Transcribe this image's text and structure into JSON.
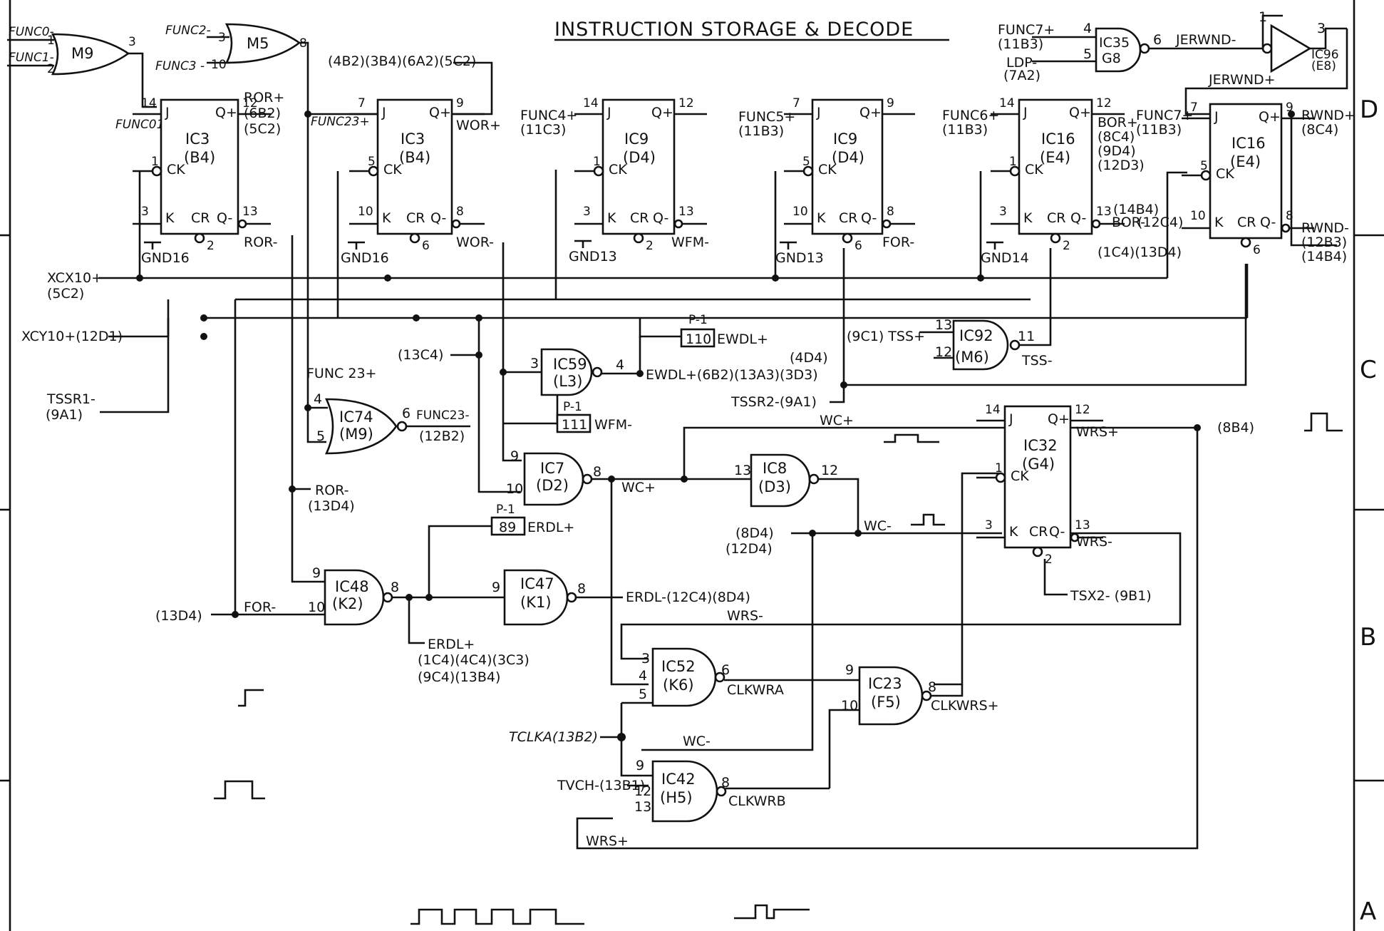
{
  "title": "INSTRUCTION STORAGE & DECODE",
  "zone_labels": [
    "D",
    "C",
    "B",
    "A"
  ],
  "gates": {
    "m9_top": {
      "name": "M9",
      "in1": "1",
      "in2": "2",
      "out": "3"
    },
    "m5_top": {
      "name": "M5",
      "in1": "3",
      "in2": "10",
      "out": "8"
    },
    "ic35": {
      "name": "IC35",
      "loc": "G8",
      "in1": "4",
      "in2": "5",
      "out": "6"
    },
    "ic96": {
      "name": "IC96",
      "loc": "(E8)",
      "in": "1",
      "out": "3"
    },
    "ic74": {
      "name": "IC74",
      "loc": "(M9)",
      "in1": "4",
      "in2": "5",
      "out": "6"
    },
    "ic59": {
      "name": "IC59",
      "loc": "(L3)",
      "in": "3",
      "out": "4"
    },
    "ic92": {
      "name": "IC92",
      "loc": "(M6)",
      "in1": "13",
      "in2": "12",
      "out": "11"
    },
    "ic7": {
      "name": "IC7",
      "loc": "(D2)",
      "in1": "9",
      "in2": "10",
      "out": "8"
    },
    "ic8": {
      "name": "IC8",
      "loc": "(D3)",
      "in": "13",
      "out": "12"
    },
    "ic48": {
      "name": "IC48",
      "loc": "(K2)",
      "in1": "9",
      "in2": "10",
      "out": "8"
    },
    "ic47": {
      "name": "IC47",
      "loc": "(K1)",
      "in": "9",
      "out": "8"
    },
    "ic52": {
      "name": "IC52",
      "loc": "(K6)",
      "in1": "3",
      "in2": "4",
      "in3": "5",
      "out": "6"
    },
    "ic23": {
      "name": "IC23",
      "loc": "(F5)",
      "in1": "9",
      "in2": "10",
      "out": "8"
    },
    "ic42": {
      "name": "IC42",
      "loc": "(H5)",
      "in1": "9",
      "in2": "12",
      "in3": "13",
      "out": "8"
    }
  },
  "flipflops": {
    "ff1": {
      "name": "IC3",
      "loc": "(B4)",
      "pins": {
        "j": "14",
        "ck": "1",
        "k": "3",
        "q": "12",
        "qn": "13",
        "cr": "2"
      }
    },
    "ff2": {
      "name": "IC3",
      "loc": "(B4)",
      "pins": {
        "j": "7",
        "ck": "5",
        "k": "10",
        "q": "9",
        "qn": "8",
        "cr": "6"
      }
    },
    "ff3": {
      "name": "IC9",
      "loc": "(D4)",
      "pins": {
        "j": "14",
        "ck": "1",
        "k": "3",
        "q": "12",
        "qn": "13",
        "cr": "2"
      }
    },
    "ff4": {
      "name": "IC9",
      "loc": "(D4)",
      "pins": {
        "j": "7",
        "ck": "5",
        "k": "10",
        "q": "9",
        "qn": "8",
        "cr": "6"
      }
    },
    "ff5": {
      "name": "IC16",
      "loc": "(E4)",
      "pins": {
        "j": "14",
        "ck": "1",
        "k": "3",
        "q": "12",
        "qn": "13",
        "cr": "2"
      }
    },
    "ff6": {
      "name": "IC16",
      "loc": "(E4)",
      "pins": {
        "j": "7",
        "ck": "5",
        "k": "10",
        "q": "9",
        "qn": "8",
        "cr": "6"
      }
    },
    "ic32": {
      "name": "IC32",
      "loc": "(G4)",
      "pins": {
        "j": "14",
        "ck": "1",
        "k": "3",
        "q": "12",
        "qn": "13",
        "cr": "2"
      }
    }
  },
  "pin_names": {
    "j": "J",
    "k": "K",
    "ck": "CK",
    "cr": "CR",
    "q": "Q+",
    "qn": "Q-"
  },
  "connectors": {
    "p1a": {
      "ref": "P-1",
      "pin": "110",
      "signal": "EWDL+"
    },
    "p1b": {
      "ref": "P-1",
      "pin": "111",
      "signal": "WFM-"
    },
    "p1c": {
      "ref": "P-1",
      "pin": "89",
      "signal": "ERDL+"
    }
  },
  "labels": {
    "func0_top": "FUNC0-",
    "func1_top": "FUNC1-",
    "func2_top": "FUNC2-",
    "func3_top": "FUNC3 -",
    "func01": "FUNC01+",
    "func23": "FUNC23+",
    "ror_plus": "ROR+",
    "ror_refs": [
      "(6B2)",
      "(5C2)"
    ],
    "wor_refs": "(4B2)(3B4)(6A2)(5C2)",
    "wor_plus": "WOR+",
    "func4": "FUNC4+",
    "func4_ref": "(11C3)",
    "func5": "FUNC5+",
    "func5_ref": "(11B3)",
    "func6": "FUNC6+",
    "func6_ref": "(11B3)",
    "bor_plus": "BOR+",
    "bor_refs": [
      "(8C4)",
      "(9D4)",
      "(12D3)"
    ],
    "func7_top": "FUNC7+",
    "func7_top_ref": "(11B3)",
    "ldp": "LDP-",
    "ldp_ref": "(7A2)",
    "jerwnd_m": "JERWND-",
    "jerwnd_p": "JERWND+",
    "func7_ff": "FUNC7+",
    "func7_ff_ref": "(11B3)",
    "rwnd_p": "RWND+",
    "rwnd_p_ref": "(8C4)",
    "rwnd_m": "RWND-",
    "rwnd_m_refs": [
      "(12B3)",
      "(14B4)"
    ],
    "ror_m": "ROR-",
    "wor_m": "WOR-",
    "wfm_m": "WFM-",
    "for_m": "FOR-",
    "bor_m": "BOR-",
    "bor_m_refs": [
      "(14B4)",
      "(12C4)",
      "(1C4)(13D4)"
    ],
    "gnd16a": "GND16",
    "gnd16b": "GND16",
    "gnd13a": "GND13",
    "gnd13b": "GND13",
    "gnd14": "GND14",
    "xcx10": "XCX10+",
    "xcx10_ref": "(5C2)",
    "xcy10": "XCY10+(12D1)",
    "tssr1": "TSSR1-",
    "tssr1_ref": "(9A1)",
    "sfunc23": "FUNC 23+",
    "func23m": "FUNC23-",
    "func23m_ref": "(12B2)",
    "c13c4": "(13C4)",
    "ewdl_plus": "EWDL+(6B2)(13A3)(3D3)",
    "ewdl_4d4": "(4D4)",
    "tss_p": "(9C1) TSS+",
    "tss_m": "TSS-",
    "tssr2": "TSSR2-(9A1)",
    "wc_top": "WC+",
    "wc_mid": "WC+",
    "b8b4": "(8B4)",
    "wrs_plus": "WRS+",
    "wrs_minus": "WRS-",
    "d8d4": "(8D4)",
    "d12d4": "(12D4)",
    "wc_minus": "WC-",
    "tsx2": "TSX2- (9B1)",
    "ror_13d4": "ROR-",
    "ror_13d4_ref": "(13D4)",
    "for_13d4": "FOR-",
    "for_13d4_ref": "(13D4)",
    "erdl_m": "ERDL-(12C4)(8D4)",
    "erdl_p": "ERDL+",
    "erdl_p_refs": [
      "(1C4)(4C4)(3C3)",
      "(9C4)(13B4)"
    ],
    "wrs_m_bus": "WRS-",
    "clkwra": "CLKWRA",
    "clkwrs": "CLKWRS+",
    "tclka": "TCLKA(13B2)",
    "wc_m_low": "WC-",
    "tvch": "TVCH-(13B1)",
    "clkwrb": "CLKWRB",
    "wrs_plus_low": "WRS+"
  }
}
